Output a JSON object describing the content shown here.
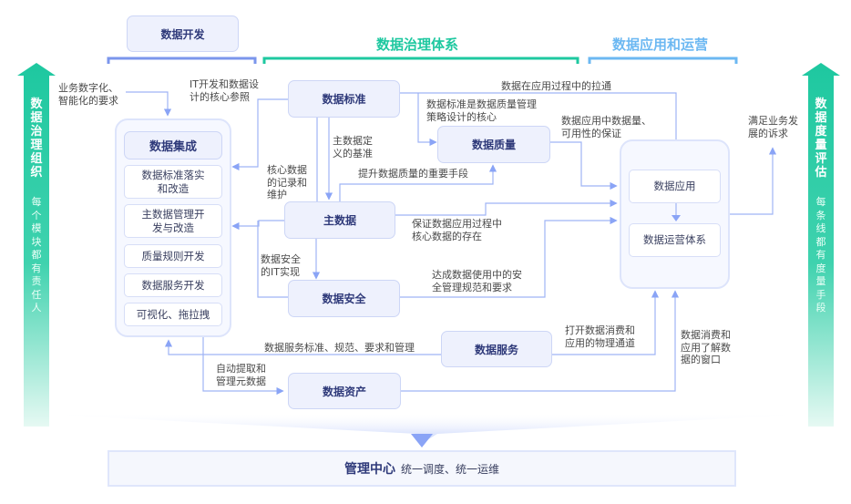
{
  "sections": {
    "dev": {
      "title": "数据开发",
      "color": "#7b96ec"
    },
    "governance": {
      "title": "数据治理体系",
      "color": "#1ec8a0"
    },
    "application": {
      "title": "数据应用和运营",
      "color": "#6cb8f2"
    }
  },
  "side_arrows": {
    "left": {
      "title": "数据治理组织",
      "subtitle": "每个模块都有责任人",
      "color": "#1ec8a0"
    },
    "right": {
      "title": "数据度量评估",
      "subtitle": "每条线都有度量手段",
      "color": "#1ec8a0"
    }
  },
  "integration": {
    "title": "数据集成",
    "items": [
      "数据标准落实\n和改造",
      "主数据管理开\n发与改造",
      "质量规则开发",
      "数据服务开发",
      "可视化、拖拉拽"
    ]
  },
  "nodes": {
    "standard": "数据标准",
    "quality": "数据质量",
    "master": "主数据",
    "security": "数据安全",
    "service": "数据服务",
    "asset": "数据资产"
  },
  "app_group": {
    "items": [
      "数据应用",
      "数据运营体系"
    ]
  },
  "edge_labels": {
    "biz_digital": "业务数字化、\n智能化的要求",
    "it_ref": "IT开发和数据设\n计的核心参照",
    "pull_through": "数据在应用过程中的拉通",
    "std_quality": "数据标准是数据质量管理\n策略设计的核心",
    "quality_app": "数据应用中数据量、\n可用性的保证",
    "master_def": "主数据定\n义的基准",
    "core_record": "核心数据\n的记录和\n维护",
    "improve_quality": "提升数据质量的重要手段",
    "master_app": "保证数据应用过程中\n核心数据的存在",
    "security_it": "数据安全\n的IT实现",
    "security_app": "达成数据使用中的安\n全管理规范和要求",
    "biz_need": "满足业务发\n展的诉求",
    "service_std": "数据服务标准、规范、要求和管理",
    "service_channel": "打开数据消费和\n应用的物理通道",
    "asset_meta": "自动提取和\n管理元数据",
    "asset_window": "数据消费和\n应用了解数\n据的窗口"
  },
  "management": {
    "title": "管理中心",
    "subtitle": "统一调度、统一运维"
  }
}
